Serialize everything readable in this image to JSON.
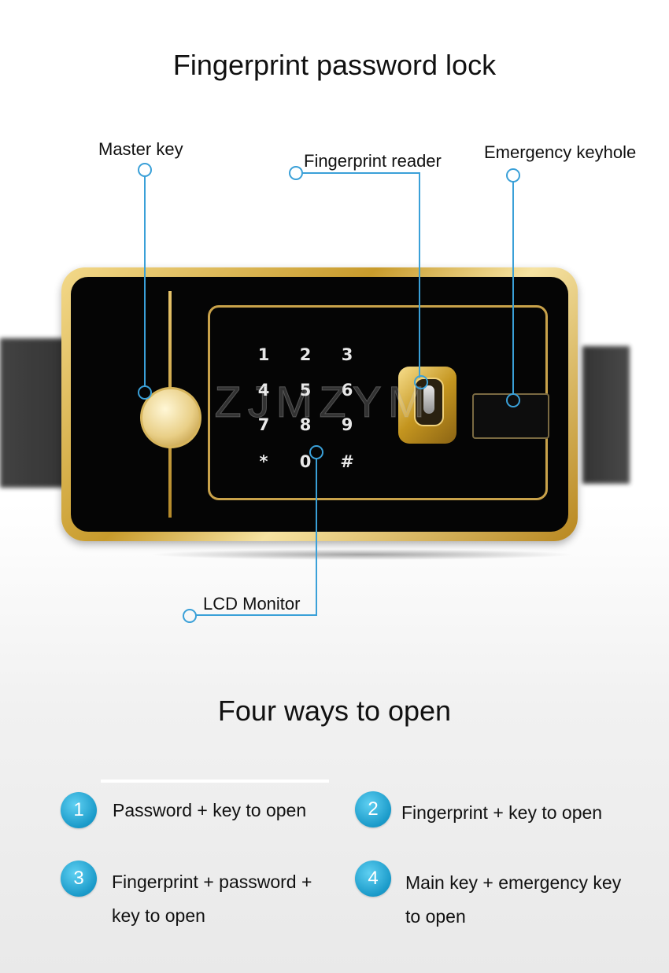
{
  "title": "Fingerprint password lock",
  "callouts": {
    "master_key": "Master key",
    "fingerprint_reader": "Fingerprint reader",
    "emergency_keyhole": "Emergency keyhole",
    "lcd_monitor": "LCD Monitor"
  },
  "watermark": "ZJMZYM",
  "keypad": [
    "1",
    "2",
    "3",
    "4",
    "5",
    "6",
    "7",
    "8",
    "9",
    "*",
    "0",
    "#"
  ],
  "section_title": "Four ways to open",
  "ways": [
    {
      "num": "1",
      "line1": "Password + key to open",
      "line2": ""
    },
    {
      "num": "2",
      "line1": "Fingerprint + key to open",
      "line2": ""
    },
    {
      "num": "3",
      "line1": "Fingerprint + password +",
      "line2": "key to open"
    },
    {
      "num": "4",
      "line1": "Main key + emergency key",
      "line2": "to open"
    }
  ],
  "colors": {
    "accent": "#3aa0d8",
    "badge": "#1a9ac9",
    "gold": "#c89b2c"
  }
}
